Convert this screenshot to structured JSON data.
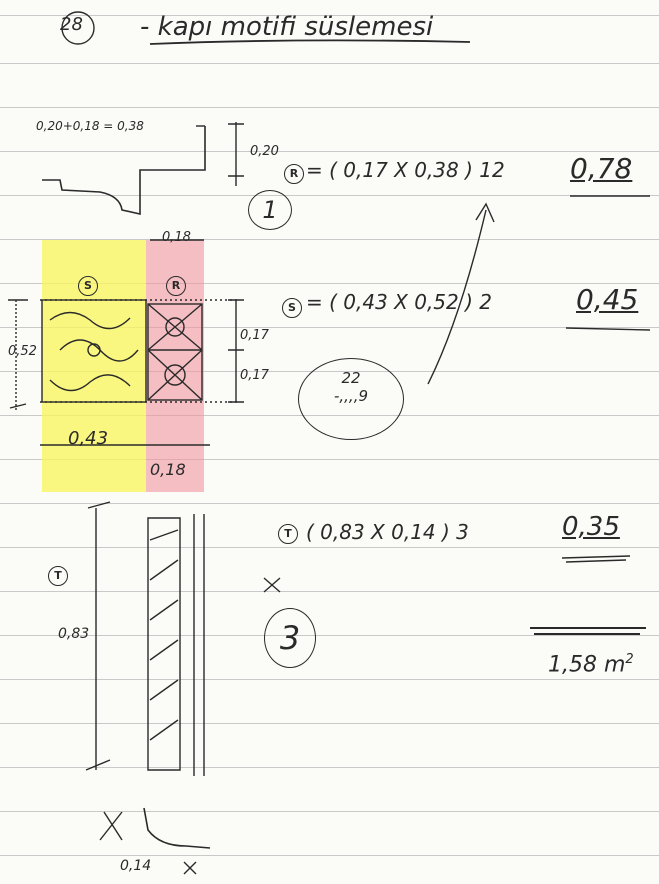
{
  "page": {
    "page_number": "28",
    "title": "- kapı motifi süslemesi"
  },
  "labels": {
    "R": "R",
    "S": "S",
    "T": "T"
  },
  "dimensions": {
    "sum_note": "0,20+0,18 = 0,38",
    "h_020": "0,20",
    "w_018_top": "0,18",
    "h_017_a": "0,17",
    "h_017_b": "0,17",
    "h_052": "0,52",
    "w_043": "0,43",
    "w_018_bottom": "0,18",
    "h_083": "0,83",
    "w_014": "0,14"
  },
  "calculations": [
    {
      "label": "R",
      "formula": "= ( 0,17 X 0,38 ) 12",
      "result": "0,78",
      "circle": "1"
    },
    {
      "label": "S",
      "formula": "= ( 0,43 X 0,52 ) 2",
      "result": "0,45"
    },
    {
      "label": "T",
      "formula": "( 0,83 X 0,14 ) 3",
      "result": "0,35",
      "circle": "3"
    }
  ],
  "side_note": "22\n-,,,,9",
  "total": {
    "value": "1,58",
    "unit": "m",
    "exp": "2"
  },
  "colors": {
    "highlight_yellow": "#f7f15a",
    "highlight_pink": "#f196a0",
    "ink": "#2a2a2a",
    "rule_line": "#c9c9c9"
  }
}
